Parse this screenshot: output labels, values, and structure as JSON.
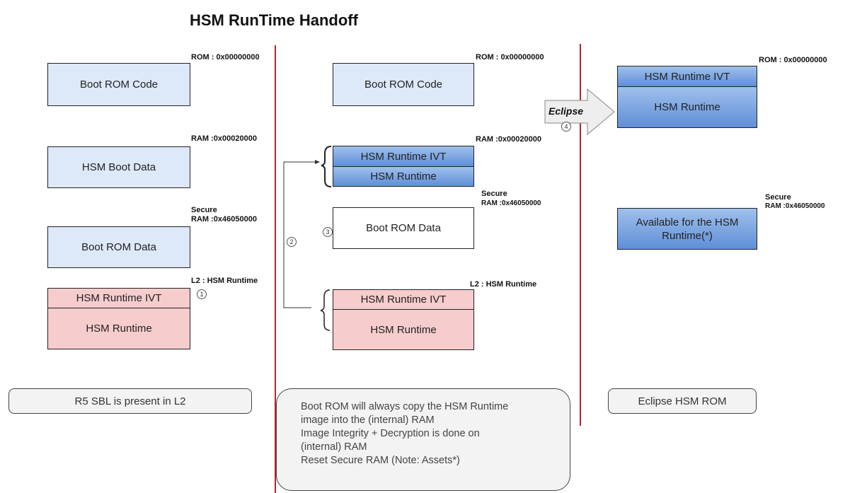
{
  "title": "HSM RunTime Handoff",
  "left": {
    "rom_addr": "ROM : 0x00000000",
    "boot_rom_code": "Boot ROM Code",
    "ram_addr": "RAM  :0x00020000",
    "hsm_boot_data": "HSM Boot Data",
    "secure_label": "Secure",
    "secure_ram_addr": "RAM :0x46050000",
    "boot_rom_data": "Boot ROM Data",
    "l2_label": "L2   : HSM Runtime",
    "hsm_runtime_ivt": "HSM Runtime IVT",
    "hsm_runtime": "HSM Runtime",
    "note": "R5 SBL is present in L2"
  },
  "middle": {
    "rom_addr": "ROM : 0x00000000",
    "boot_rom_code": "Boot ROM Code",
    "ram_addr": "RAM  :0x00020000",
    "hsm_runtime_ivt": "HSM Runtime IVT",
    "hsm_runtime": "HSM Runtime",
    "secure_label": "Secure",
    "secure_ram_addr": "RAM :0x46050000",
    "boot_rom_data": "Boot ROM Data",
    "l2_label": "L2       : HSM Runtime",
    "l2_ivt": "HSM Runtime IVT",
    "l2_runtime": "HSM Runtime",
    "note_lines": [
      "Boot ROM will always copy the HSM Runtime",
      "image into the (internal) RAM",
      "Image Integrity + Decryption is done on",
      "(internal) RAM",
      "Reset Secure RAM (Note: Assets*)"
    ]
  },
  "right": {
    "rom_addr": "ROM : 0x00000000",
    "hsm_runtime_ivt": "HSM Runtime IVT",
    "hsm_runtime": "HSM Runtime",
    "secure_label": "Secure",
    "secure_ram_addr": "RAM :0x46050000",
    "available": "Available for the HSM Runtime(*)",
    "note": "Eclipse HSM ROM"
  },
  "arrow_label": "Eclipse",
  "steps": [
    "1",
    "2",
    "3",
    "4"
  ],
  "colors": {
    "divider": "#b3262e",
    "light_blue": "#dde8f8",
    "dark_blue": "#6f9ade",
    "pink": "#f6cccc"
  }
}
